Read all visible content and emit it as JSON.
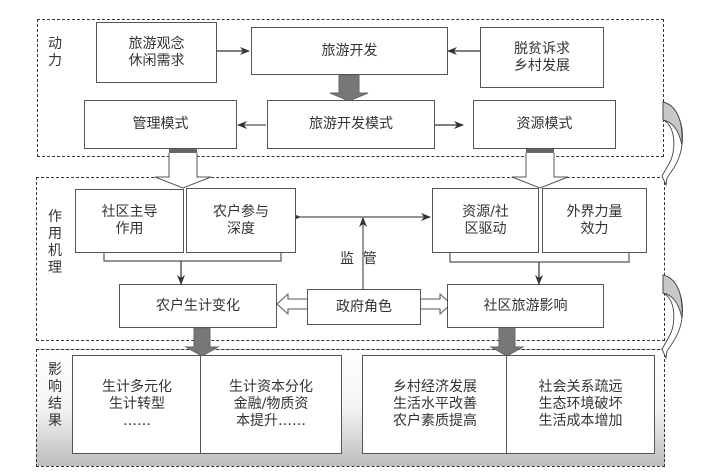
{
  "sections": {
    "driver": {
      "label": "动\n力"
    },
    "mechanism": {
      "label": "作\n用\n机\n理"
    },
    "outcome": {
      "label": "影\n响\n结\n果"
    }
  },
  "driver_boxes": {
    "tourism_concept": "旅游观念\n休闲需求",
    "tourism_dev": "旅游开发",
    "poverty_appeal": "脱贫诉求\n乡村发展",
    "mgmt_mode": "管理模式",
    "dev_mode": "旅游开发模式",
    "resource_mode": "资源模式"
  },
  "mechanism_boxes": {
    "community_lead": "社区主导\n作用",
    "farmer_participation": "农户参与\n深度",
    "resource_community_driven": "资源/社\n区驱动",
    "external_force": "外界力量\n效力",
    "livelihood_change": "农户生计变化",
    "government_role": "政府角色",
    "community_tourism_impact": "社区旅游影响",
    "supervision": "监  管"
  },
  "outcome_boxes": {
    "livelihood_diversification": "生计多元化\n生计转型\n……",
    "capital_differentiation": "生计资本分化\n金融/物质资\n本提升……",
    "rural_development": "乡村经济发展\n生活水平改善\n农户素质提高",
    "negative_effects": "社会关系疏远\n生态环境破坏\n生活成本增加"
  }
}
